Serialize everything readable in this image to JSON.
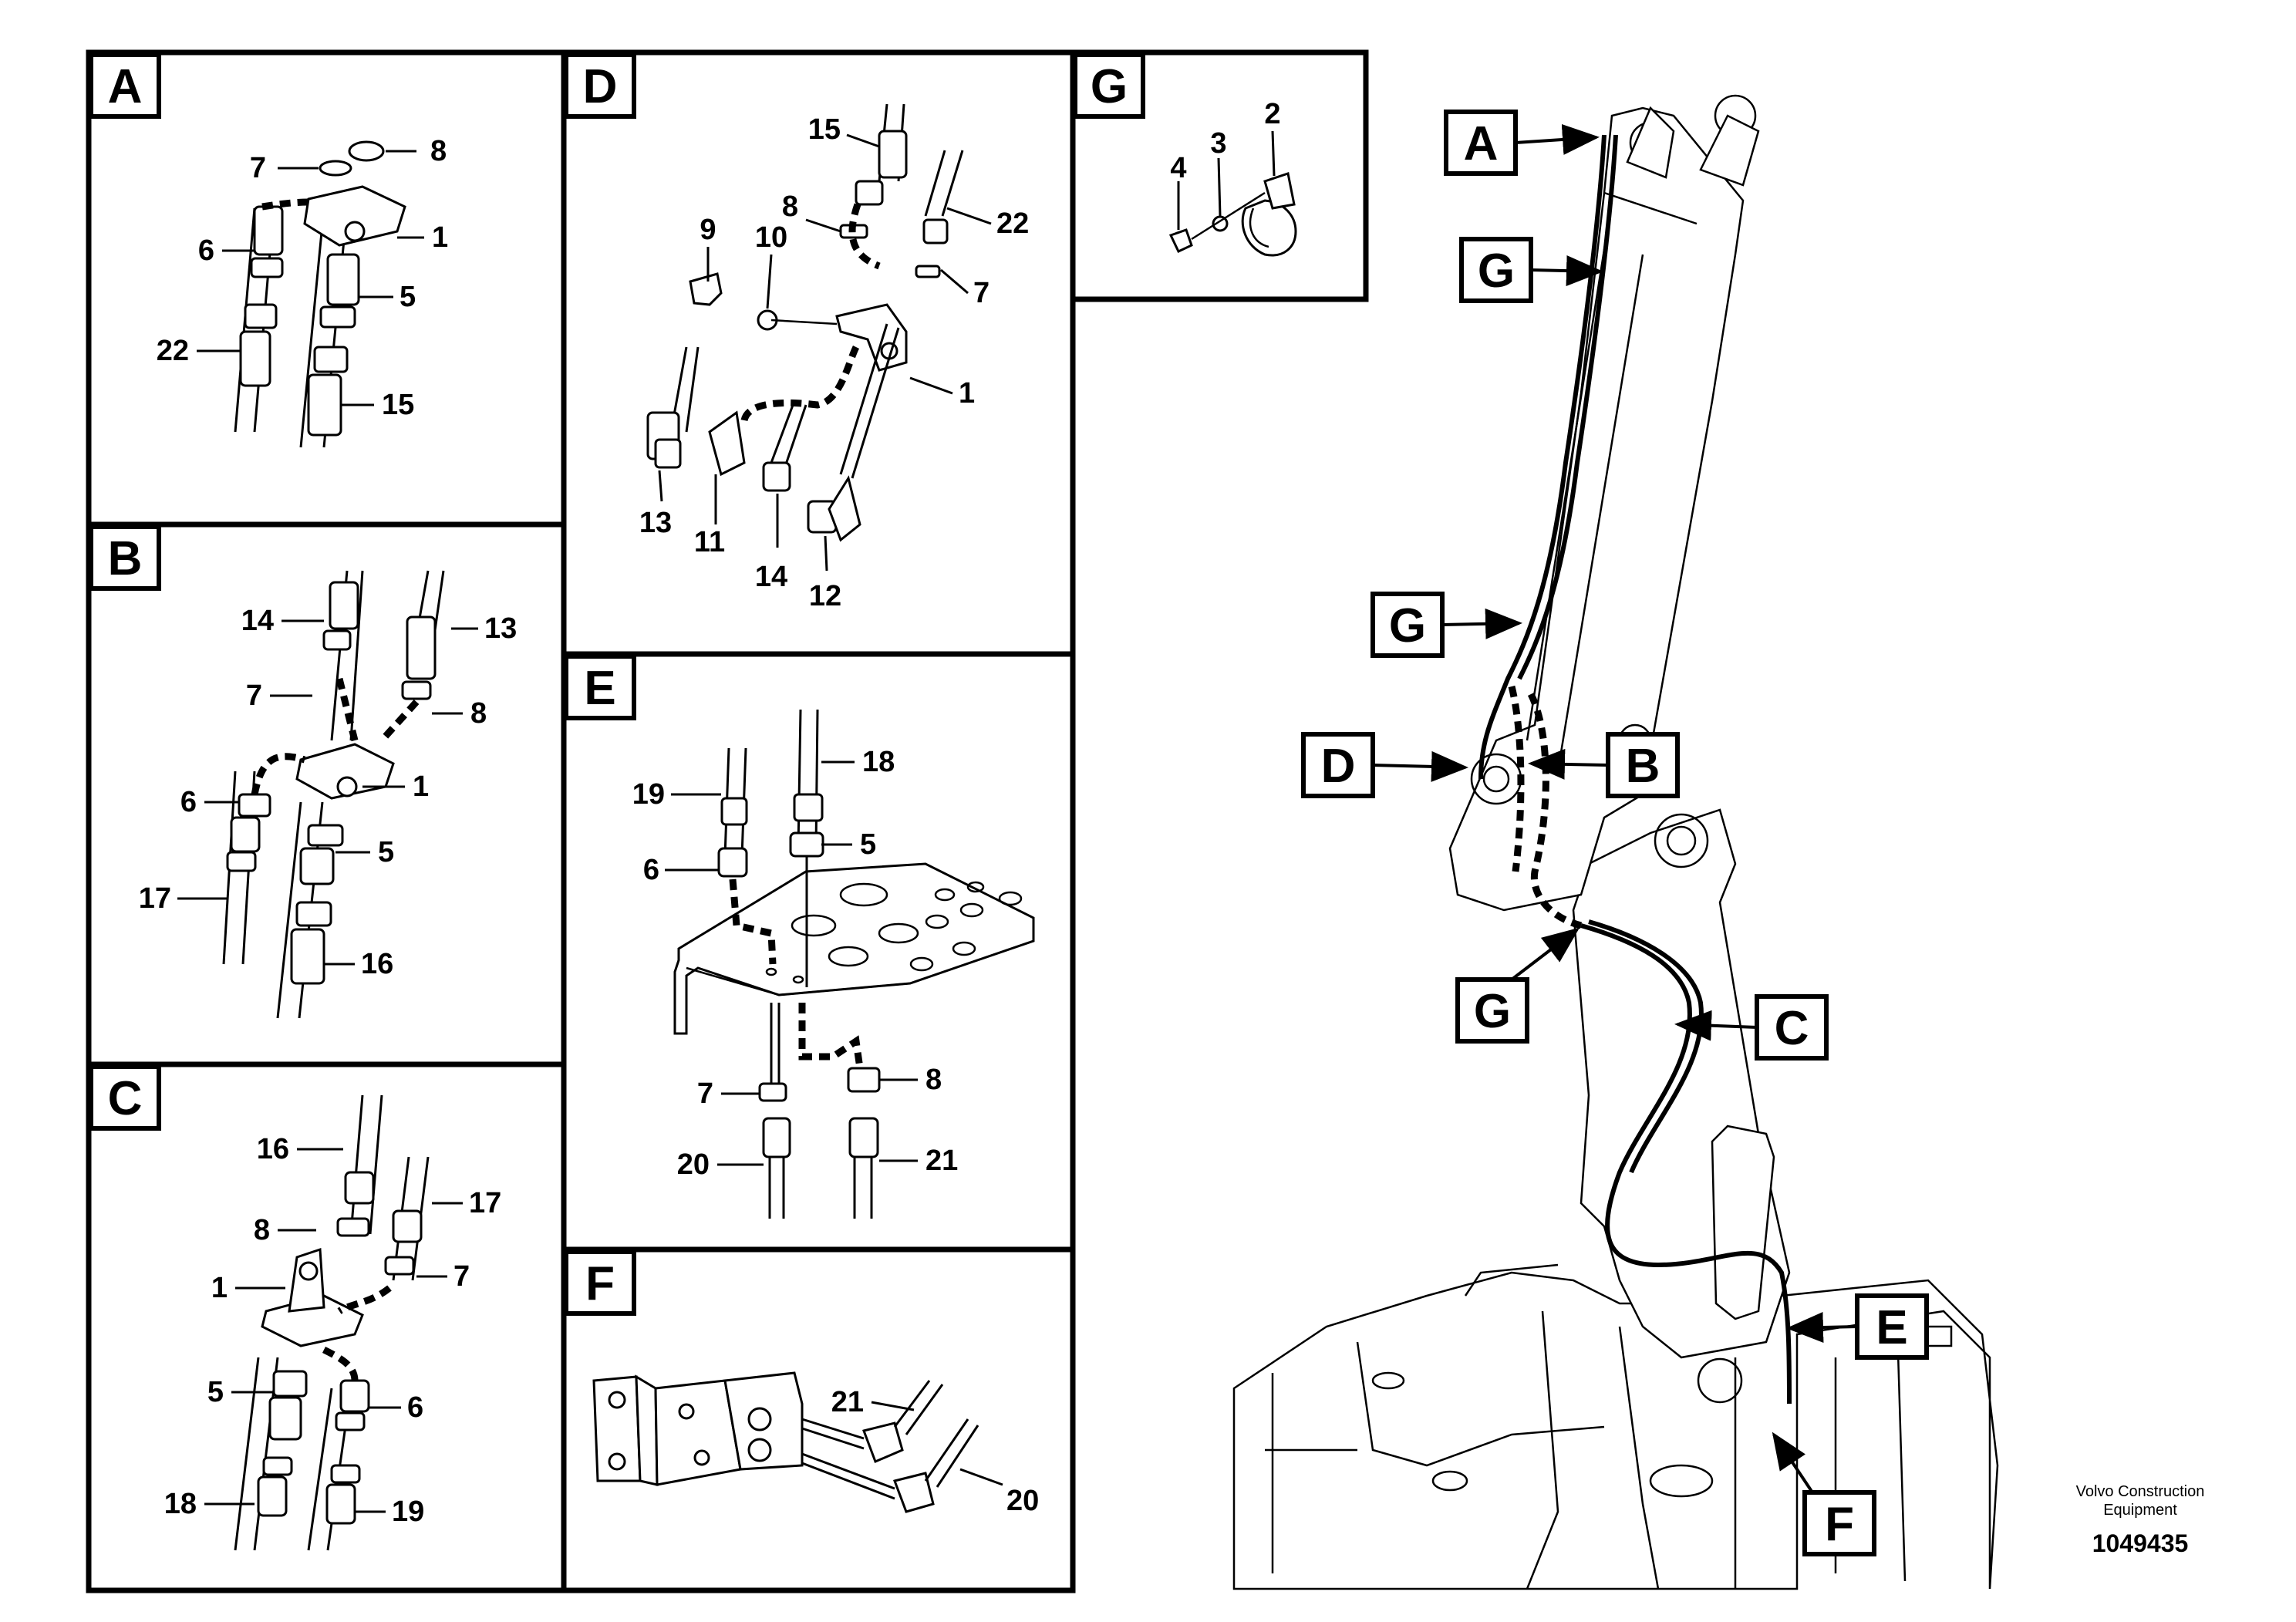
{
  "panels": {
    "A": {
      "letter": "A",
      "labels": [
        "7",
        "8",
        "6",
        "1",
        "5",
        "22",
        "15"
      ]
    },
    "B": {
      "letter": "B",
      "labels": [
        "14",
        "13",
        "7",
        "8",
        "6",
        "1",
        "5",
        "17",
        "16"
      ]
    },
    "C": {
      "letter": "C",
      "labels": [
        "16",
        "17",
        "8",
        "7",
        "1",
        "5",
        "6",
        "18",
        "19"
      ]
    },
    "D": {
      "letter": "D",
      "labels": [
        "15",
        "22",
        "8",
        "9",
        "10",
        "7",
        "1",
        "13",
        "11",
        "14",
        "12"
      ]
    },
    "E": {
      "letter": "E",
      "labels": [
        "18",
        "19",
        "5",
        "6",
        "8",
        "7",
        "20",
        "21"
      ]
    },
    "F": {
      "letter": "F",
      "labels": [
        "21",
        "20"
      ]
    },
    "G": {
      "letter": "G",
      "labels": [
        "2",
        "3",
        "4"
      ]
    }
  },
  "overview": {
    "callouts": [
      "A",
      "G",
      "G",
      "D",
      "B",
      "G",
      "C",
      "E",
      "F"
    ]
  },
  "footer": {
    "company_line1": "Volvo Construction",
    "company_line2": "Equipment",
    "doc_number": "1049435"
  }
}
